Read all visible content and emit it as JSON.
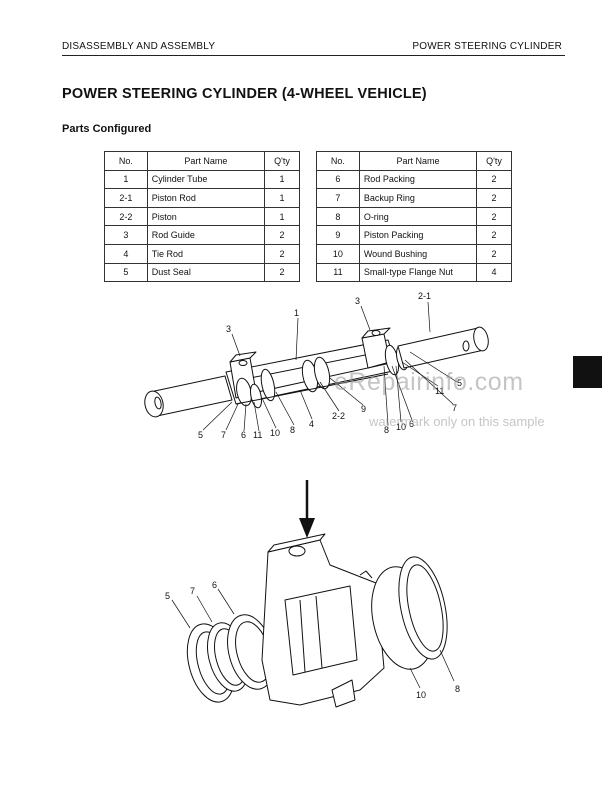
{
  "header": {
    "left": "DISASSEMBLY AND ASSEMBLY",
    "right": "POWER STEERING CYLINDER"
  },
  "title": "POWER STEERING CYLINDER (4-WHEEL VEHICLE)",
  "section": "Parts Configured",
  "table_headers": {
    "no": "No.",
    "part": "Part Name",
    "qty": "Q'ty"
  },
  "parts_left": [
    {
      "no": "1",
      "name": "Cylinder Tube",
      "qty": "1"
    },
    {
      "no": "2-1",
      "name": "Piston Rod",
      "qty": "1"
    },
    {
      "no": "2-2",
      "name": "Piston",
      "qty": "1"
    },
    {
      "no": "3",
      "name": "Rod Guide",
      "qty": "2"
    },
    {
      "no": "4",
      "name": "Tie Rod",
      "qty": "2"
    },
    {
      "no": "5",
      "name": "Dust Seal",
      "qty": "2"
    }
  ],
  "parts_right": [
    {
      "no": "6",
      "name": "Rod Packing",
      "qty": "2"
    },
    {
      "no": "7",
      "name": "Backup Ring",
      "qty": "2"
    },
    {
      "no": "8",
      "name": "O-ring",
      "qty": "2"
    },
    {
      "no": "9",
      "name": "Piston Packing",
      "qty": "2"
    },
    {
      "no": "10",
      "name": "Wound Bushing",
      "qty": "2"
    },
    {
      "no": "11",
      "name": "Small-type Flange Nut",
      "qty": "4"
    }
  ],
  "watermark": {
    "main": "eRepairinfo.com",
    "sub": "watermark only on this sample"
  },
  "callouts": {
    "top": [
      "1",
      "2-1",
      "3",
      "3",
      "5",
      "7",
      "11",
      "10",
      "6",
      "8",
      "9",
      "2-2",
      "4",
      "8",
      "10",
      "11",
      "6",
      "7",
      "5"
    ],
    "bottom": [
      "5",
      "7",
      "6",
      "10",
      "8"
    ]
  }
}
